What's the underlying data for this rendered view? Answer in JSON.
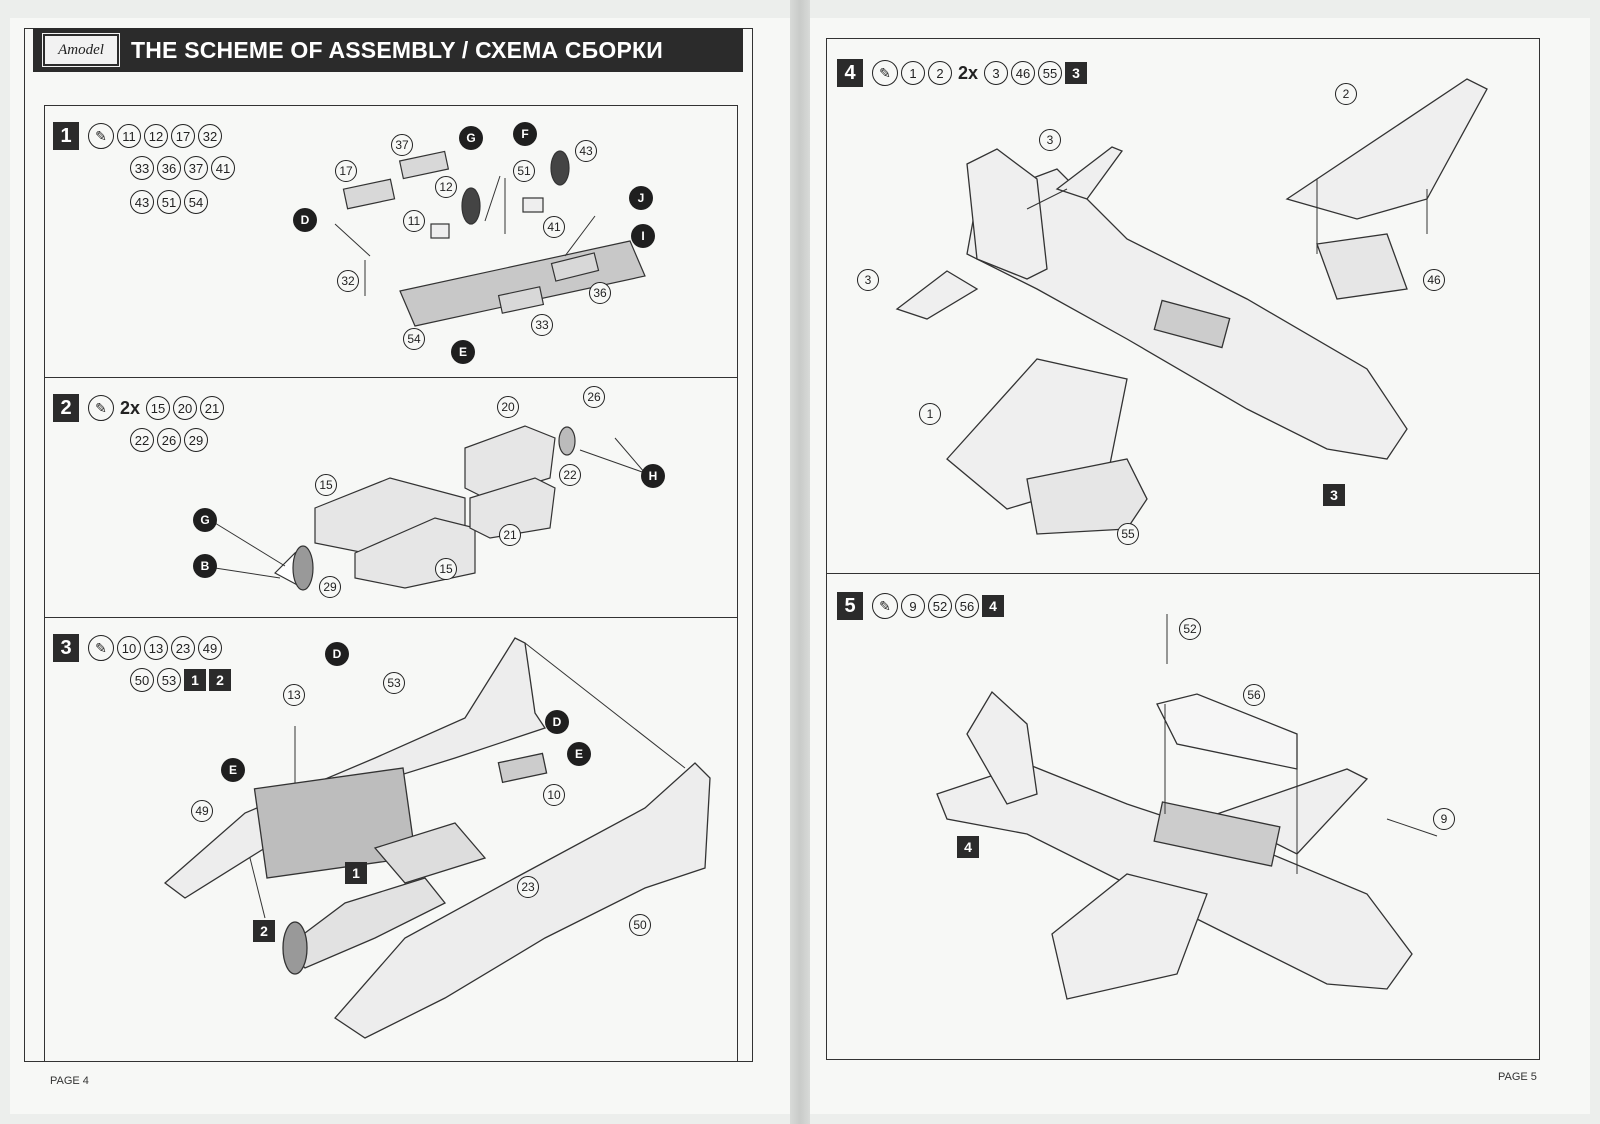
{
  "left_page": {
    "logo": "Amodel",
    "title": "THE SCHEME OF ASSEMBLY / СХЕМА СБОРКИ",
    "footer": "PAGE 4",
    "steps": [
      {
        "number": "1",
        "multiplier": "",
        "parts_line1": [
          "11",
          "12",
          "17",
          "32"
        ],
        "parts_line2": [
          "33",
          "36",
          "37",
          "41"
        ],
        "parts_line3": [
          "43",
          "51",
          "54"
        ],
        "sub_assemblies": [],
        "callouts": [
          "37",
          "17",
          "12",
          "11",
          "51",
          "43",
          "41",
          "32",
          "36",
          "33",
          "54"
        ],
        "paints": [
          "G",
          "F",
          "J",
          "D",
          "I",
          "E"
        ]
      },
      {
        "number": "2",
        "multiplier": "2x",
        "parts_line1": [
          "15",
          "20",
          "21"
        ],
        "parts_line2": [
          "22",
          "26",
          "29"
        ],
        "parts_line3": [],
        "sub_assemblies": [],
        "callouts": [
          "20",
          "26",
          "15",
          "22",
          "21",
          "15",
          "29"
        ],
        "paints": [
          "H",
          "G",
          "B"
        ]
      },
      {
        "number": "3",
        "multiplier": "",
        "parts_line1": [
          "10",
          "13",
          "23",
          "49"
        ],
        "parts_line2": [
          "50",
          "53"
        ],
        "parts_line3": [],
        "sub_assemblies": [
          "1",
          "2"
        ],
        "callouts": [
          "13",
          "53",
          "49",
          "10",
          "23",
          "50"
        ],
        "paints": [
          "D",
          "D",
          "E",
          "E"
        ],
        "inline_refs": [
          "1",
          "2"
        ]
      }
    ]
  },
  "right_page": {
    "footer": "PAGE 5",
    "steps": [
      {
        "number": "4",
        "parts_before": [
          "1",
          "2"
        ],
        "multiplier": "2x",
        "parts_after": [
          "3",
          "46",
          "55"
        ],
        "sub_assemblies": [
          "3"
        ],
        "callouts": [
          "2",
          "3",
          "3",
          "46",
          "1",
          "55"
        ],
        "inline_refs": [
          "3"
        ]
      },
      {
        "number": "5",
        "parts_before": [
          "9",
          "52",
          "56"
        ],
        "multiplier": "",
        "parts_after": [],
        "sub_assemblies": [
          "4"
        ],
        "callouts": [
          "52",
          "56",
          "9"
        ],
        "inline_refs": [
          "4"
        ]
      }
    ]
  }
}
